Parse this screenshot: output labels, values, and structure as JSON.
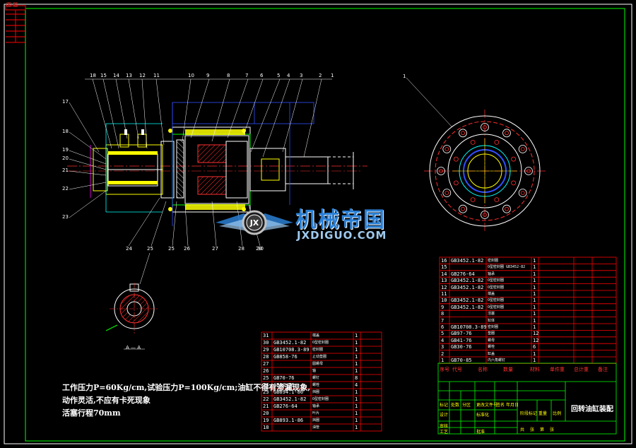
{
  "drawing": {
    "title": "回转油缸装配",
    "corner_tag": "图 题",
    "notes": [
      "工作压力P=60Kg/cm,试验压力P=100Kg/cm;油缸不得有渗漏现象,",
      "动作灵活,不应有卡死现象",
      "活塞行程70mm"
    ],
    "section_label_a": "A — A"
  },
  "watermark": {
    "logo_letters": "JX",
    "brand": "机械帝国",
    "url": "JXDIGUO.COM"
  },
  "part_callouts": {
    "top": [
      "18",
      "15",
      "14",
      "13",
      "12",
      "11",
      "10",
      "9",
      "8",
      "7",
      "6",
      "5",
      "4",
      "3",
      "2",
      "1"
    ],
    "left": [
      "17",
      "18",
      "19",
      "20",
      "21",
      "22",
      "23"
    ],
    "bottom": [
      "24",
      "25",
      "26",
      "27",
      "28",
      "29",
      "30"
    ],
    "section": "25"
  },
  "bom_right": {
    "rows": [
      {
        "no": "16",
        "std": "GB3452.1-82",
        "name": "密封圈",
        "qty": "1"
      },
      {
        "no": "15",
        "std": "",
        "name": "O型密封圈 GB3452-82",
        "qty": "1"
      },
      {
        "no": "14",
        "std": "GB276-64",
        "name": "轴承",
        "qty": "1"
      },
      {
        "no": "13",
        "std": "GB3452.1-82",
        "name": "O型密封圈",
        "qty": "1"
      },
      {
        "no": "12",
        "std": "GB3452.1-82",
        "name": "O型密封圈",
        "qty": "1"
      },
      {
        "no": "11",
        "std": "",
        "name": "端盖",
        "qty": "1"
      },
      {
        "no": "10",
        "std": "GB3452.1-82",
        "name": "O型密封圈",
        "qty": "1"
      },
      {
        "no": "9",
        "std": "GB3452.1-82",
        "name": "O型密封圈",
        "qty": "1"
      },
      {
        "no": "8",
        "std": "",
        "name": "活塞",
        "qty": "1"
      },
      {
        "no": "7",
        "std": "",
        "name": "缸体",
        "qty": "1"
      },
      {
        "no": "6",
        "std": "GB10708.3-89",
        "name": "密封圈",
        "qty": "1"
      },
      {
        "no": "5",
        "std": "GB97-76",
        "name": "垫圈",
        "qty": "12"
      },
      {
        "no": "4",
        "std": "GB41-76",
        "name": "螺母",
        "qty": "12"
      },
      {
        "no": "3",
        "std": "GB30-76",
        "name": "螺栓",
        "qty": "6"
      },
      {
        "no": "2",
        "std": "",
        "name": "缸盖",
        "qty": "1"
      },
      {
        "no": "1",
        "std": "GB70-85",
        "name": "内六角螺钉",
        "qty": "1"
      }
    ],
    "header": [
      "序号",
      "代号",
      "名称",
      "数量",
      "材料",
      "单件重",
      "总计重",
      "备注"
    ]
  },
  "bom_left": {
    "rows": [
      {
        "no": "31",
        "std": "",
        "name": "端盖",
        "qty": "1"
      },
      {
        "no": "30",
        "std": "GB3452.1-82",
        "name": "O型密封圈",
        "qty": "1"
      },
      {
        "no": "29",
        "std": "GB10708.3-89",
        "name": "密封圈",
        "qty": "1"
      },
      {
        "no": "28",
        "std": "GB858-76",
        "name": "止动垫圈",
        "qty": "1"
      },
      {
        "no": "27",
        "std": "",
        "name": "圆螺母",
        "qty": "1"
      },
      {
        "no": "26",
        "std": "",
        "name": "轴",
        "qty": "1"
      },
      {
        "no": "25",
        "std": "GB70-76",
        "name": "螺钉",
        "qty": "8"
      },
      {
        "no": "24",
        "std": "GB30-76",
        "name": "螺栓",
        "qty": "4"
      },
      {
        "no": "23",
        "std": "GB894.1-86",
        "name": "挡圈",
        "qty": "1"
      },
      {
        "no": "22",
        "std": "GB3452.1-82",
        "name": "O型密封圈",
        "qty": "1"
      },
      {
        "no": "21",
        "std": "GB276-64",
        "name": "轴承",
        "qty": "1"
      },
      {
        "no": "20",
        "std": "",
        "name": "叶片",
        "qty": "1"
      },
      {
        "no": "19",
        "std": "GB893.1-86",
        "name": "挡圈",
        "qty": "1"
      },
      {
        "no": "18",
        "std": "",
        "name": "油管",
        "qty": "1"
      }
    ]
  },
  "title_block": {
    "labels": [
      "标记",
      "处数",
      "分区",
      "更改文件号",
      "签名",
      "年月日"
    ],
    "row2": [
      "设计",
      "",
      "标准化"
    ],
    "row3": [
      "审核"
    ],
    "row4": [
      "工艺",
      "",
      "批准"
    ],
    "stage": [
      "阶段标记",
      "重量",
      "比例"
    ],
    "sheet": [
      "共",
      "张",
      "第",
      "张"
    ]
  },
  "colors": {
    "background": "#000000",
    "frame": "#00ff00",
    "table_red": "#ff0000",
    "part_red": "#ff3030",
    "yellow": "#ffff00",
    "cyan": "#00ffff",
    "blue": "#3050ff",
    "magenta": "#ff00ff",
    "white": "#ffffff",
    "watermark_blue": "#2a7fd4"
  }
}
